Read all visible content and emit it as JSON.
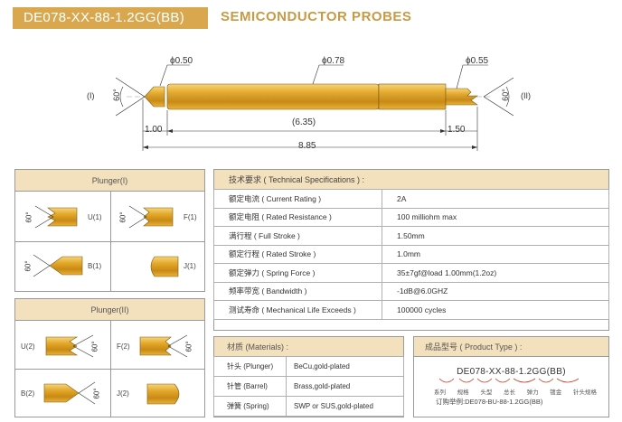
{
  "header": {
    "model": "DE078-XX-88-1.2GG(BB)",
    "title": "SEMICONDUCTOR PROBES"
  },
  "drawing": {
    "dia_tip": "ϕ0.50",
    "dia_barrel": "ϕ0.78",
    "dia_tail": "ϕ0.55",
    "left_label": "(I)",
    "right_label": "(II)",
    "left_angle": "60°",
    "right_angle": "60°",
    "dim_left": "1.00",
    "dim_mid": "(6.35)",
    "dim_right": "1.50",
    "dim_total": "8.85"
  },
  "plunger1": {
    "title": "Plunger(I)",
    "items": [
      {
        "code": "U(1)",
        "angle": "60°"
      },
      {
        "code": "F(1)",
        "angle": "60°"
      },
      {
        "code": "B(1)",
        "angle": "60°"
      },
      {
        "code": "J(1)",
        "angle": ""
      }
    ]
  },
  "plunger2": {
    "title": "Plunger(II)",
    "items": [
      {
        "code": "U(2)",
        "angle": "60°"
      },
      {
        "code": "F(2)",
        "angle": "60°"
      },
      {
        "code": "B(2)",
        "angle": "60°"
      },
      {
        "code": "J(2)",
        "angle": ""
      }
    ]
  },
  "specs": {
    "title": "技术要求 ( Technical Specifications ) :",
    "rows": [
      {
        "label": "额定电流 ( Current Rating )",
        "value": "2A"
      },
      {
        "label": "额定电阻 ( Rated Resistance )",
        "value": "100 milliohm max"
      },
      {
        "label": "满行程 ( Full Stroke )",
        "value": "1.50mm"
      },
      {
        "label": "额定行程 ( Rated Stroke )",
        "value": "1.0mm"
      },
      {
        "label": "额定弹力 ( Spring Force )",
        "value": "35±7gf@load 1.00mm(1.2oz)"
      },
      {
        "label": "频率带宽 ( Bandwidth )",
        "value": "-1dB@6.0GHZ"
      },
      {
        "label": "测试寿命 ( Mechanical Life Exceeds )",
        "value": "100000 cycles"
      }
    ]
  },
  "materials": {
    "title": "材质 (Materials) :",
    "rows": [
      {
        "label": "针头 (Plunger)",
        "value": "BeCu,gold-plated"
      },
      {
        "label": "针管 (Barrel)",
        "value": "Brass,gold-plated"
      },
      {
        "label": "弹簧 (Spring)",
        "value": "SWP or SUS,gold-plated"
      }
    ]
  },
  "product_type": {
    "title": "成品型号 ( Product Type ) :",
    "code": "DE078-XX-88-1.2GG(BB)",
    "parts": [
      "系列",
      "规格",
      "头型",
      "总长",
      "弹力",
      "镀金",
      "针头规格"
    ],
    "example": "订购举例:DE078-BU-88-1.2GG(BB)"
  }
}
